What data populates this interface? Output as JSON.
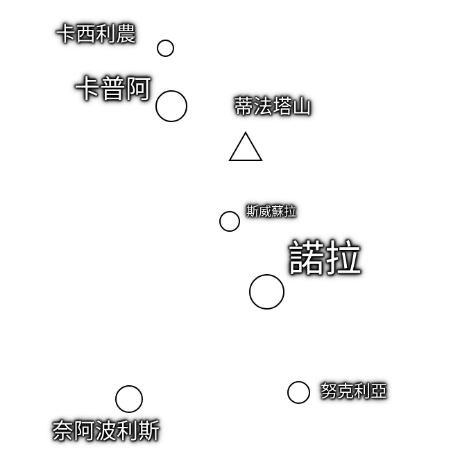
{
  "map": {
    "places": [
      {
        "id": "cassino",
        "name": "卡西利農",
        "kind": "town"
      },
      {
        "id": "capua",
        "name": "卡普阿",
        "kind": "city"
      },
      {
        "id": "tifata",
        "name": "蒂法塔山",
        "kind": "mountain"
      },
      {
        "id": "suessula",
        "name": "斯威蘇拉",
        "kind": "town"
      },
      {
        "id": "nola",
        "name": "諾拉",
        "kind": "city"
      },
      {
        "id": "nuceria",
        "name": "努克利亞",
        "kind": "town"
      },
      {
        "id": "neapolis",
        "name": "奈阿波利斯",
        "kind": "town"
      }
    ]
  },
  "colors": {
    "background": "#ffffff",
    "marker_stroke": "#000000",
    "label_text": "#ffffff",
    "label_halo": "#000000"
  }
}
